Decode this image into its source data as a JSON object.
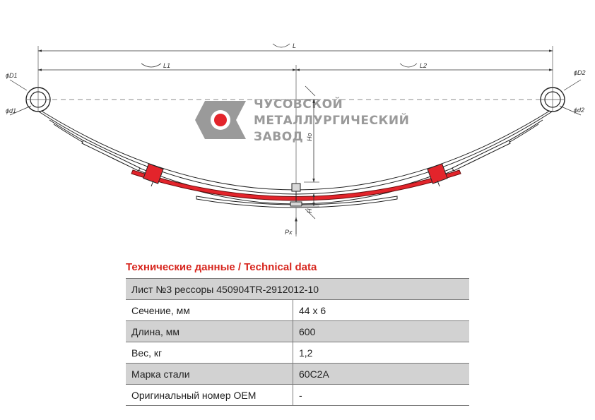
{
  "drawing": {
    "dimension_labels": {
      "overall_length": "L",
      "left_length": "L1",
      "right_length": "L2",
      "left_eye_outer_dia": "ϕD1",
      "left_eye_inner_dia": "ϕd1",
      "right_eye_outer_dia": "ϕD2",
      "right_eye_inner_dia": "ϕd2",
      "arc_height": "Ho",
      "pack_height": "H",
      "load": "Px"
    },
    "logo": {
      "lines": [
        "ЧУСОВСКОЙ",
        "МЕТАЛЛУРГИЧЕСКИЙ",
        "ЗАВОД"
      ],
      "accent_color": "#e3242b",
      "text_color": "#9a9a9a"
    },
    "highlight_color": "#e3242b"
  },
  "table": {
    "title": "Технические данные / Technical data",
    "header": "Лист №3 рессоры 450904TR-2912012-10",
    "rows": [
      {
        "key": "Сечение, мм",
        "value": "44 x 6"
      },
      {
        "key": "Длина, мм",
        "value": "600"
      },
      {
        "key": "Вес, кг",
        "value": "1,2"
      },
      {
        "key": "Марка стали",
        "value": "60С2А"
      },
      {
        "key": "Оригинальный номер OEM",
        "value": "-"
      }
    ]
  }
}
